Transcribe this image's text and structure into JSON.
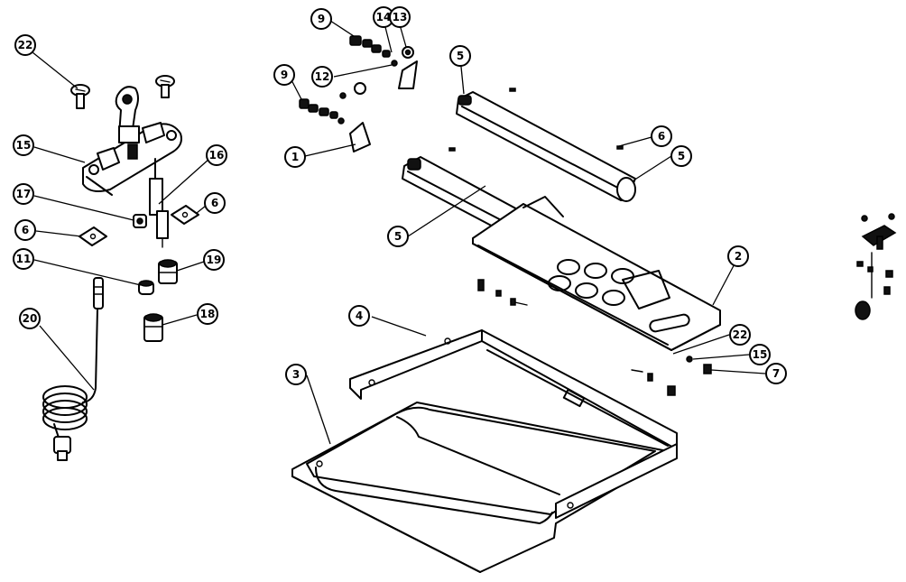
{
  "callouts": [
    {
      "id": "22a",
      "number": "22"
    },
    {
      "id": "15a",
      "number": "15"
    },
    {
      "id": "16",
      "number": "16"
    },
    {
      "id": "17",
      "number": "17"
    },
    {
      "id": "6a",
      "number": "6"
    },
    {
      "id": "6b",
      "number": "6"
    },
    {
      "id": "11",
      "number": "11"
    },
    {
      "id": "19",
      "number": "19"
    },
    {
      "id": "18",
      "number": "18"
    },
    {
      "id": "20",
      "number": "20"
    },
    {
      "id": "9a",
      "number": "9"
    },
    {
      "id": "14",
      "number": "14"
    },
    {
      "id": "13",
      "number": "13"
    },
    {
      "id": "12",
      "number": "12"
    },
    {
      "id": "9b",
      "number": "9"
    },
    {
      "id": "1",
      "number": "1"
    },
    {
      "id": "5a",
      "number": "5"
    },
    {
      "id": "6c",
      "number": "6"
    },
    {
      "id": "5b",
      "number": "5"
    },
    {
      "id": "5c",
      "number": "5"
    },
    {
      "id": "2",
      "number": "2"
    },
    {
      "id": "4",
      "number": "4"
    },
    {
      "id": "3",
      "number": "3"
    },
    {
      "id": "22b",
      "number": "22"
    },
    {
      "id": "15b",
      "number": "15"
    },
    {
      "id": "7",
      "number": "7"
    }
  ]
}
